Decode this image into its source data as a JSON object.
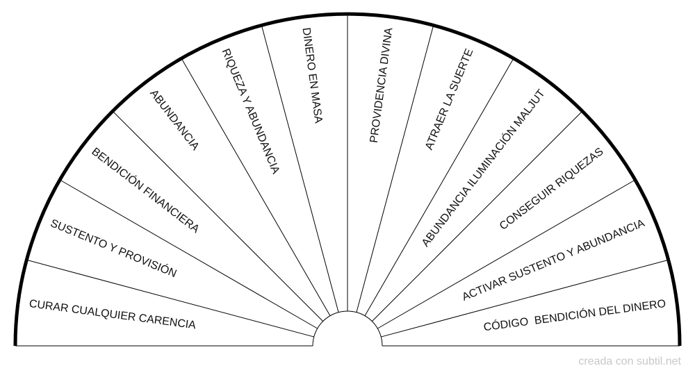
{
  "diagram": {
    "type": "semicircle-pendulum-chart",
    "sectors": [
      "CURAR CUALQUIER CARENCIA",
      "SUSTENTO Y PROVISIÓN",
      "BENDICIÓN FINANCIERA",
      "ABUNDANCIA",
      "RIQUEZA Y ABUNDANCIA",
      "DINERO EN MASA",
      "PROVIDENCIA DIVINA",
      "ATRAER LA SUERTE",
      "ABUNDANCIA ILUMINACIÓN MALJUT",
      "CONSEGUIR RIQUEZAS",
      "ACTIVAR SUSTENTO Y ABUNDANCIA",
      "CÓDIGO  BENDICIÓN DEL DINERO"
    ]
  },
  "watermark": "creada con subtil.net"
}
